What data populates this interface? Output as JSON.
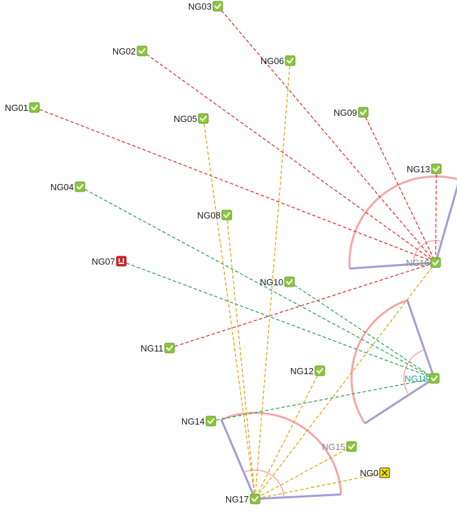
{
  "colors": {
    "status_ok": "#8cc63f",
    "status_ok_border": "#6a9a2a",
    "status_error": "#d9252a",
    "status_warning": "#f5e400",
    "link_red": "#e02020",
    "link_orange": "#d8a000",
    "link_green": "#1f9c4a",
    "sector_arc": "#f4a6a6",
    "sector_edge": "#9e9ed6"
  },
  "nodes": [
    {
      "id": "NG03",
      "label": "NG03",
      "status": "ok",
      "icon": "check-icon"
    },
    {
      "id": "NG02",
      "label": "NG02",
      "status": "ok",
      "icon": "check-icon"
    },
    {
      "id": "NG06",
      "label": "NG06",
      "status": "ok",
      "icon": "check-icon"
    },
    {
      "id": "NG01",
      "label": "NG01",
      "status": "ok",
      "icon": "check-icon"
    },
    {
      "id": "NG05",
      "label": "NG05",
      "status": "ok",
      "icon": "check-icon"
    },
    {
      "id": "NG09",
      "label": "NG09",
      "status": "ok",
      "icon": "check-icon"
    },
    {
      "id": "NG13",
      "label": "NG13",
      "status": "ok",
      "icon": "check-icon"
    },
    {
      "id": "NG04",
      "label": "NG04",
      "status": "ok",
      "icon": "check-icon"
    },
    {
      "id": "NG08",
      "label": "NG08",
      "status": "ok",
      "icon": "check-icon"
    },
    {
      "id": "NG07",
      "label": "NG07",
      "status": "error",
      "icon": "error-icon"
    },
    {
      "id": "NG16",
      "label": "NG16",
      "status": "ok",
      "icon": "check-icon"
    },
    {
      "id": "NG10",
      "label": "NG10",
      "status": "ok",
      "icon": "check-icon"
    },
    {
      "id": "NG11",
      "label": "NG11",
      "status": "ok",
      "icon": "check-icon"
    },
    {
      "id": "NG12",
      "label": "NG12",
      "status": "ok",
      "icon": "check-icon"
    },
    {
      "id": "NG18",
      "label": "NG18",
      "status": "ok",
      "icon": "check-icon"
    },
    {
      "id": "NG14",
      "label": "NG14",
      "status": "ok",
      "icon": "check-icon"
    },
    {
      "id": "NG15",
      "label": "NG15",
      "status": "ok",
      "icon": "check-icon"
    },
    {
      "id": "NG0",
      "label": "NG0",
      "status": "warning",
      "icon": "warning-icon"
    },
    {
      "id": "NG17",
      "label": "NG17",
      "status": "ok",
      "icon": "check-icon"
    }
  ],
  "links": [
    {
      "from": "NG03",
      "to": "NG16",
      "color": "red"
    },
    {
      "from": "NG02",
      "to": "NG16",
      "color": "red"
    },
    {
      "from": "NG01",
      "to": "NG16",
      "color": "red"
    },
    {
      "from": "NG09",
      "to": "NG16",
      "color": "red"
    },
    {
      "from": "NG13",
      "to": "NG16",
      "color": "red"
    },
    {
      "from": "NG11",
      "to": "NG16",
      "color": "red"
    },
    {
      "from": "NG04",
      "to": "NG18",
      "color": "green"
    },
    {
      "from": "NG07",
      "to": "NG18",
      "color": "green"
    },
    {
      "from": "NG10",
      "to": "NG18",
      "color": "green"
    },
    {
      "from": "NG14",
      "to": "NG18",
      "color": "green"
    },
    {
      "from": "NG06",
      "to": "NG17",
      "color": "orange"
    },
    {
      "from": "NG05",
      "to": "NG17",
      "color": "orange"
    },
    {
      "from": "NG08",
      "to": "NG17",
      "color": "orange"
    },
    {
      "from": "NG12",
      "to": "NG17",
      "color": "orange"
    },
    {
      "from": "NG15",
      "to": "NG17",
      "color": "orange"
    },
    {
      "from": "NG0",
      "to": "NG17",
      "color": "orange"
    },
    {
      "from": "NG16",
      "to": "NG17",
      "color": "orange"
    }
  ],
  "sectors": [
    {
      "node": "NG16"
    },
    {
      "node": "NG18"
    },
    {
      "node": "NG17"
    }
  ]
}
